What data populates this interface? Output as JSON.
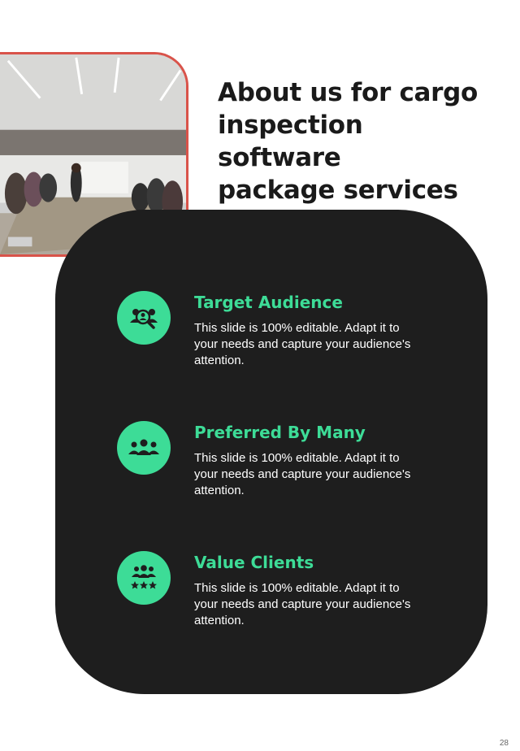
{
  "page": {
    "title_lines": [
      "About us for cargo",
      "inspection software",
      "package services"
    ],
    "page_number": "28"
  },
  "items": [
    {
      "title": "Target Audience",
      "icon": "target-audience-icon",
      "text": "This slide is 100% editable. Adapt it to your needs and capture your audience's attention."
    },
    {
      "title": "Preferred By Many",
      "icon": "group-icon",
      "text": "This slide is 100% editable. Adapt it to your needs and capture your audience's attention."
    },
    {
      "title": "Value Clients",
      "icon": "rated-group-icon",
      "text": "This slide is 100% editable. Adapt it to your needs and capture your audience's attention."
    }
  ],
  "colors": {
    "accent": "#3ddc97",
    "panel": "#1e1e1e",
    "photo_border": "#d9534a",
    "title": "#1a1a1a"
  }
}
